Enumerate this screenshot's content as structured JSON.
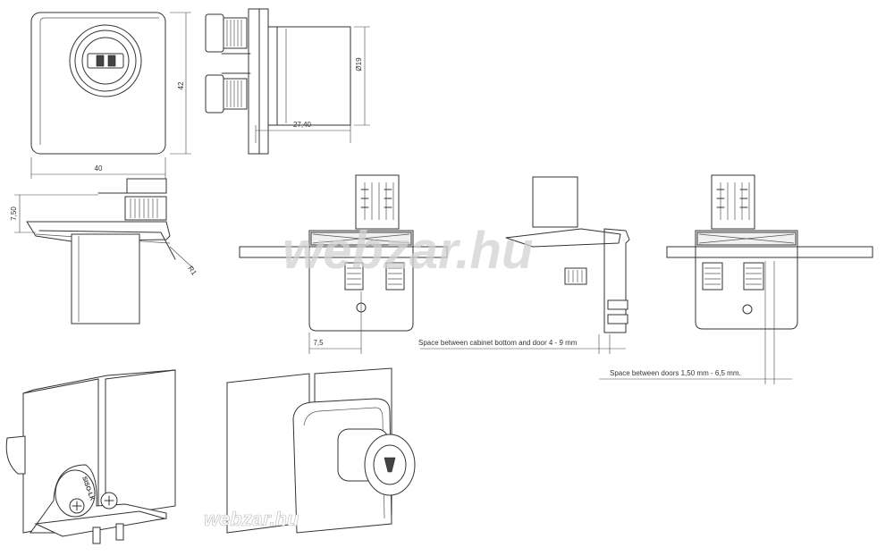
{
  "dimensions": {
    "width_40": "40",
    "height_42": "42",
    "diameter_19": "Ø19",
    "depth_27_40": "27,40",
    "height_7_50": "7,50",
    "radius_r1": "R1",
    "offset_7_5": "7,5"
  },
  "notes": {
    "cabinet_gap": "Space between cabinet bottom and door 4 - 9 mm",
    "door_gap": "Space between doors 1,50 mm - 6,5 mm."
  },
  "watermarks": {
    "center": "webzar.hu",
    "bottom": "webzar.hu"
  },
  "stamp": {
    "text": "SISO-LK"
  },
  "colors": {
    "line": "#333333",
    "watermark": "#d2d2d2"
  }
}
